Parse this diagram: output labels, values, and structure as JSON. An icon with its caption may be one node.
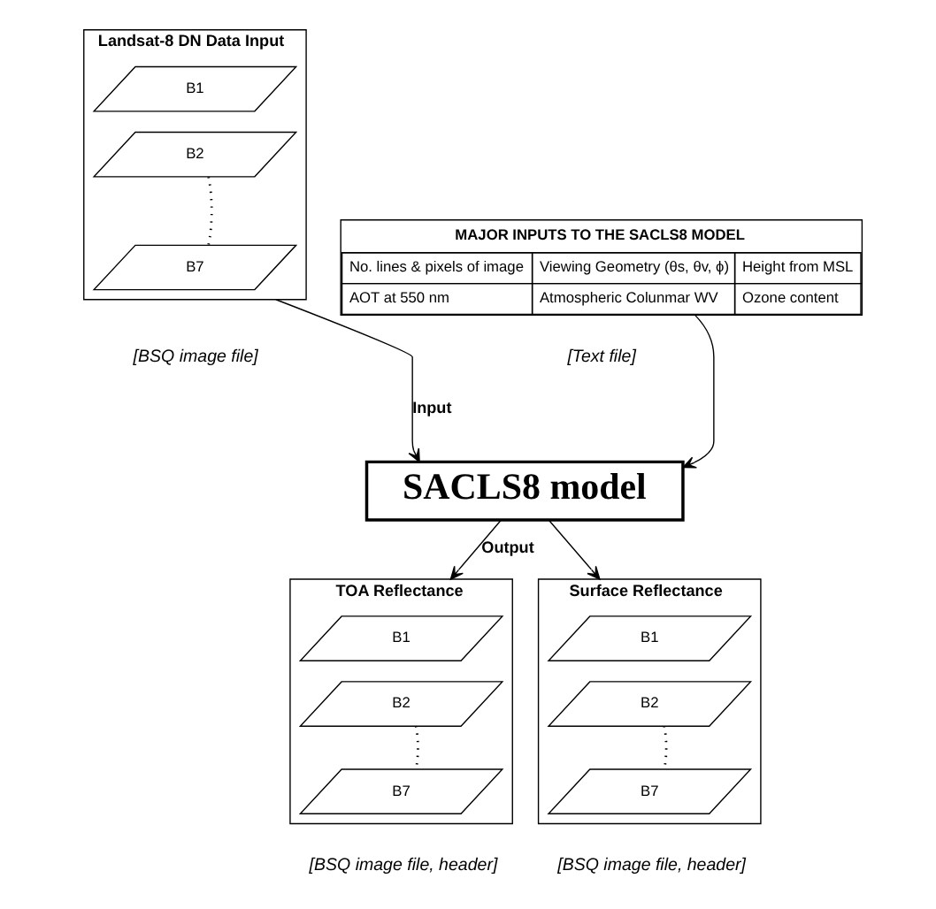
{
  "diagram": {
    "nodes": [
      {
        "text": [
          "Landsat-8 DN Data Input"
        ],
        "beside": [
          "[BSQ image file]"
        ]
      },
      {
        "text": [
          "B1"
        ],
        "in": 0
      },
      {
        "text": [
          "B2"
        ],
        "in": 0
      },
      {
        "text": [
          "B7"
        ],
        "in": 0
      },
      {
        "text": [
          "MAJOR INPUTS TO THE SACLS8 MODEL",
          "No. lines & pixels of image",
          "Viewing Geometry (θs, θv, ϕ)",
          "Height from MSL",
          "AOT at 550 nm",
          "Atmospheric Colunmar WV",
          "Ozone content"
        ],
        "beside": [
          "[Text file]"
        ]
      },
      {
        "text": [
          "SACLS8 model"
        ]
      },
      {
        "text": [
          "TOA Reflectance"
        ],
        "beside": [
          "[BSQ image file, header]"
        ]
      },
      {
        "text": [
          "B1"
        ],
        "in": 6
      },
      {
        "text": [
          "B2"
        ],
        "in": 6
      },
      {
        "text": [
          "B7"
        ],
        "in": 6
      },
      {
        "text": [
          "Surface Reflectance"
        ],
        "beside": [
          "[BSQ image file, header]"
        ]
      },
      {
        "text": [
          "B1"
        ],
        "in": 10
      },
      {
        "text": [
          "B2"
        ],
        "in": 10
      },
      {
        "text": [
          "B7"
        ],
        "in": 10
      }
    ],
    "edges": [
      {
        "from": 0,
        "to": 5,
        "arrow": "to",
        "label": "Input"
      },
      {
        "from": 4,
        "to": 5,
        "arrow": "to"
      },
      {
        "from": 5,
        "to": 6,
        "arrow": "to",
        "label": "Output"
      },
      {
        "from": 5,
        "to": 10,
        "arrow": "to"
      },
      {
        "from": 2,
        "to": 3,
        "arrow": "none",
        "style": "dashed"
      },
      {
        "from": 8,
        "to": 9,
        "arrow": "none",
        "style": "dashed"
      },
      {
        "from": 12,
        "to": 13,
        "arrow": "none",
        "style": "dashed"
      }
    ]
  }
}
